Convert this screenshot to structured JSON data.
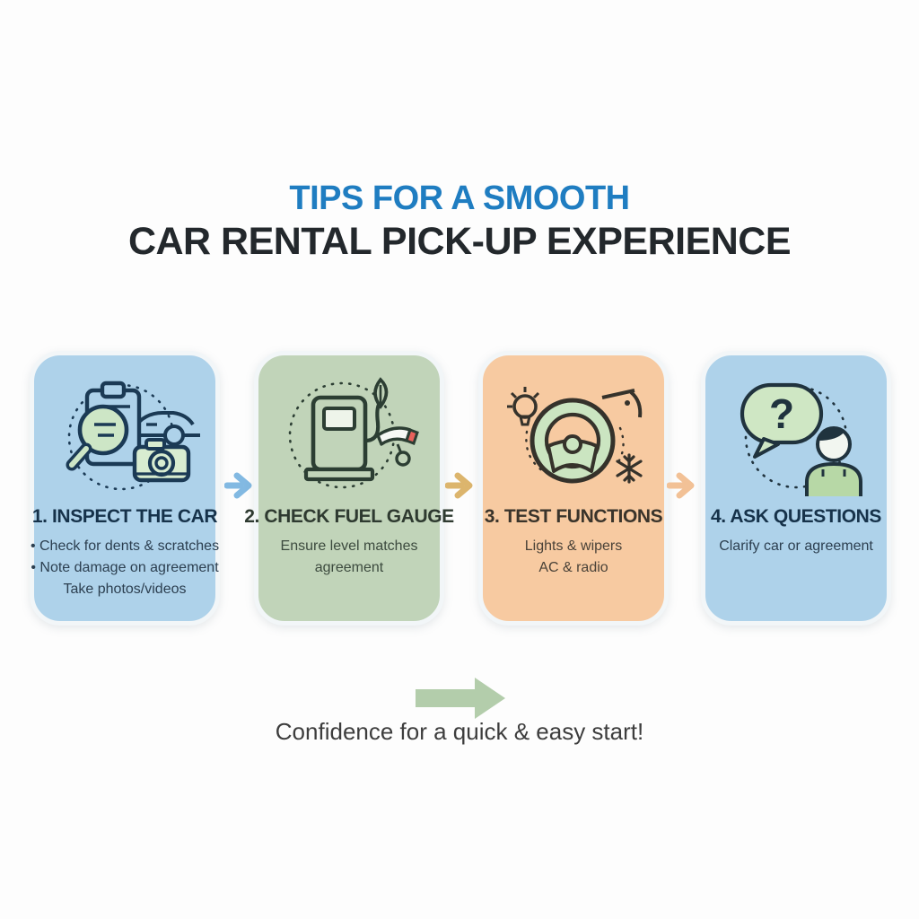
{
  "title": {
    "line1": "TIPS FOR A SMOOTH",
    "line2": "CAR RENTAL PICK-UP EXPERIENCE",
    "line1_color": "#1f7dc1",
    "line2_color": "#23282c"
  },
  "steps": [
    {
      "title": "1. INSPECT THE CAR",
      "lines": [
        "• Check for dents & scratches",
        "• Note damage on agreement",
        "Take photos/videos"
      ],
      "icon": "inspection-icon",
      "bg_color": "#aed2ea"
    },
    {
      "title": "2. CHECK FUEL GAUGE",
      "lines": [
        "Ensure level matches",
        "agreement"
      ],
      "icon": "fuel-gauge-icon",
      "bg_color": "#c1d4b9"
    },
    {
      "title": "3. TEST FUNCTIONS",
      "lines": [
        "Lights & wipers",
        "AC & radio"
      ],
      "icon": "steering-wheel-icon",
      "bg_color": "#f7caa1"
    },
    {
      "title": "4. ASK QUESTIONS",
      "lines": [
        "Clarify car or agreement"
      ],
      "icon": "question-person-icon",
      "bg_color": "#aed2ea"
    }
  ],
  "connectors": [
    {
      "color": "#82b9e2"
    },
    {
      "color": "#dcb56d"
    },
    {
      "color": "#f2c196"
    }
  ],
  "footer": {
    "arrow_color": "#b3cdab",
    "text": "Confidence for a quick & easy start!"
  }
}
